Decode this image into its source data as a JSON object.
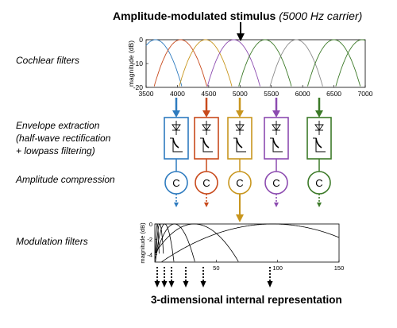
{
  "title": {
    "main": "Amplitude-modulated stimulus",
    "carrier": "(5000 Hz carrier)"
  },
  "stage_labels": {
    "cochlear": "Cochlear filters",
    "envelope_1": "Envelope extraction",
    "envelope_2": "(half-wave rectification",
    "envelope_3": "+ lowpass filtering)",
    "compression": "Amplitude compression",
    "modulation": "Modulation filters"
  },
  "compression_symbol": "C",
  "bottom_title": "3-dimensional internal representation",
  "channel_colors": [
    "#2e7bbf",
    "#c84a1c",
    "#c8961e",
    "#8c4bb0",
    "#3c7a28"
  ],
  "cochlear_plot": {
    "ylabel": "magnitude (dB)",
    "x_ticks": [
      "3500",
      "4000",
      "4500",
      "5000",
      "5500",
      "6000",
      "6500",
      "7000"
    ],
    "y_ticks": [
      "0",
      "-10",
      "-20"
    ]
  },
  "modulation_plot": {
    "ylabel": "magnitude (dB)",
    "x_ticks": [
      "50",
      "100",
      "150"
    ],
    "y_ticks": [
      "0",
      "-2",
      "-4"
    ]
  }
}
